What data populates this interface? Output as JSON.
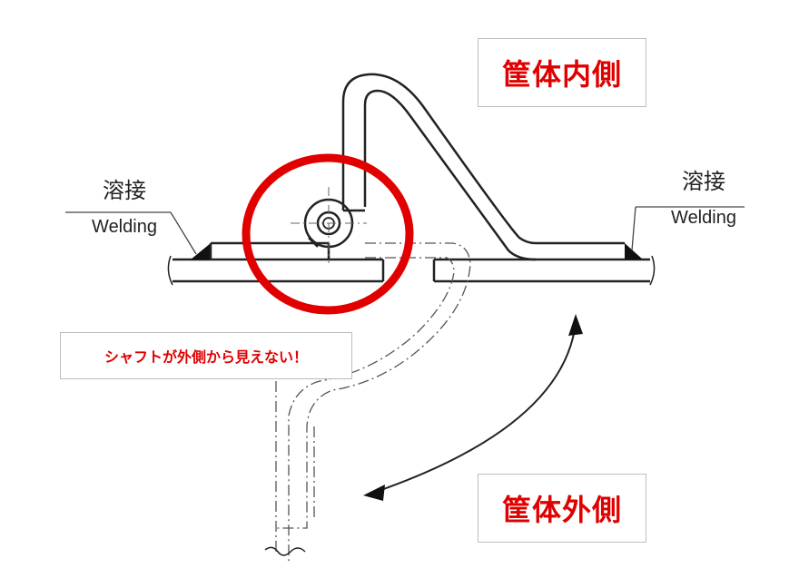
{
  "labels": {
    "inside": "筐体内側",
    "outside": "筐体外側",
    "note": "シャフトが外側から見えない！"
  },
  "welding_left": {
    "jp": "溶接",
    "en": "Welding"
  },
  "welding_right": {
    "jp": "溶接",
    "en": "Welding"
  },
  "colors": {
    "highlight": "#e00000",
    "line": "#222222",
    "box_border": "#bcbcbc"
  }
}
